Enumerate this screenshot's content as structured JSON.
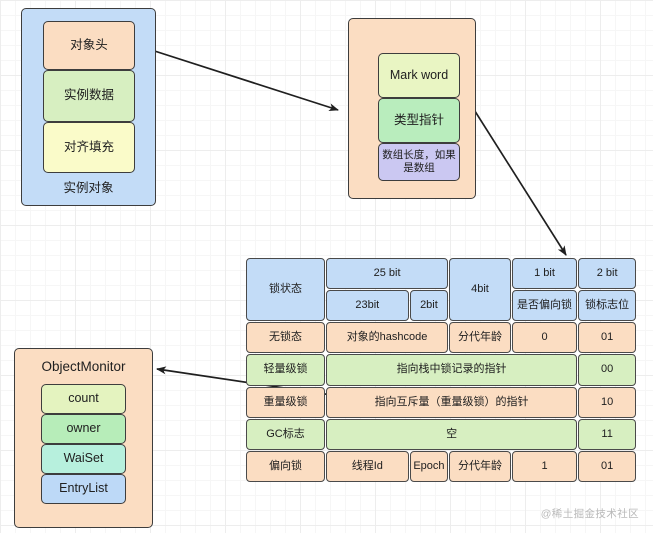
{
  "instance_object": {
    "container_label": "实例对象",
    "rows": [
      {
        "label": "对象头"
      },
      {
        "label": "实例数据"
      },
      {
        "label": "对齐填充"
      }
    ]
  },
  "object_header": {
    "rows": [
      {
        "label": "Mark  word"
      },
      {
        "label": "类型指针"
      },
      {
        "label": "数组长度，如果是数组"
      }
    ]
  },
  "object_monitor": {
    "title": "ObjectMonitor",
    "fields": [
      {
        "label": "count"
      },
      {
        "label": "owner"
      },
      {
        "label": "WaiSet"
      },
      {
        "label": "EntryList"
      }
    ]
  },
  "markword_table": {
    "header": {
      "state_label": "锁状态",
      "bits_25": "25 bit",
      "bits_23": "23bit",
      "bits_2": "2bit",
      "bits_4": "4bit",
      "bits_1": "1 bit",
      "bits_1_sub": "是否偏向锁",
      "bits_2_top": "2 bit",
      "bits_2_sub": "锁标志位"
    },
    "rows": [
      {
        "state": "无锁态",
        "cells": [
          "对象的hashcode",
          "分代年龄",
          "0",
          "01"
        ],
        "color": "orange"
      },
      {
        "state": "轻量级锁",
        "cells": [
          "指向栈中锁记录的指针",
          "00"
        ],
        "color": "green"
      },
      {
        "state": "重量级锁",
        "cells": [
          "指向互斥量（重量级锁）的指针",
          "10"
        ],
        "color": "orange"
      },
      {
        "state": "GC标志",
        "cells": [
          "空",
          "11"
        ],
        "color": "green"
      },
      {
        "state": "偏向锁",
        "cells": [
          "线程Id",
          "Epoch",
          "分代年龄",
          "1",
          "01"
        ],
        "color": "orange"
      }
    ]
  },
  "watermark": "@稀土掘金技术社区",
  "colors": {
    "blue": "#c3dcf7",
    "peach": "#fbddc2",
    "green": "#d7efc1",
    "yellow": "#fafbc9",
    "purple": "#cbc8f2",
    "stroke": "#3d3d3d"
  }
}
